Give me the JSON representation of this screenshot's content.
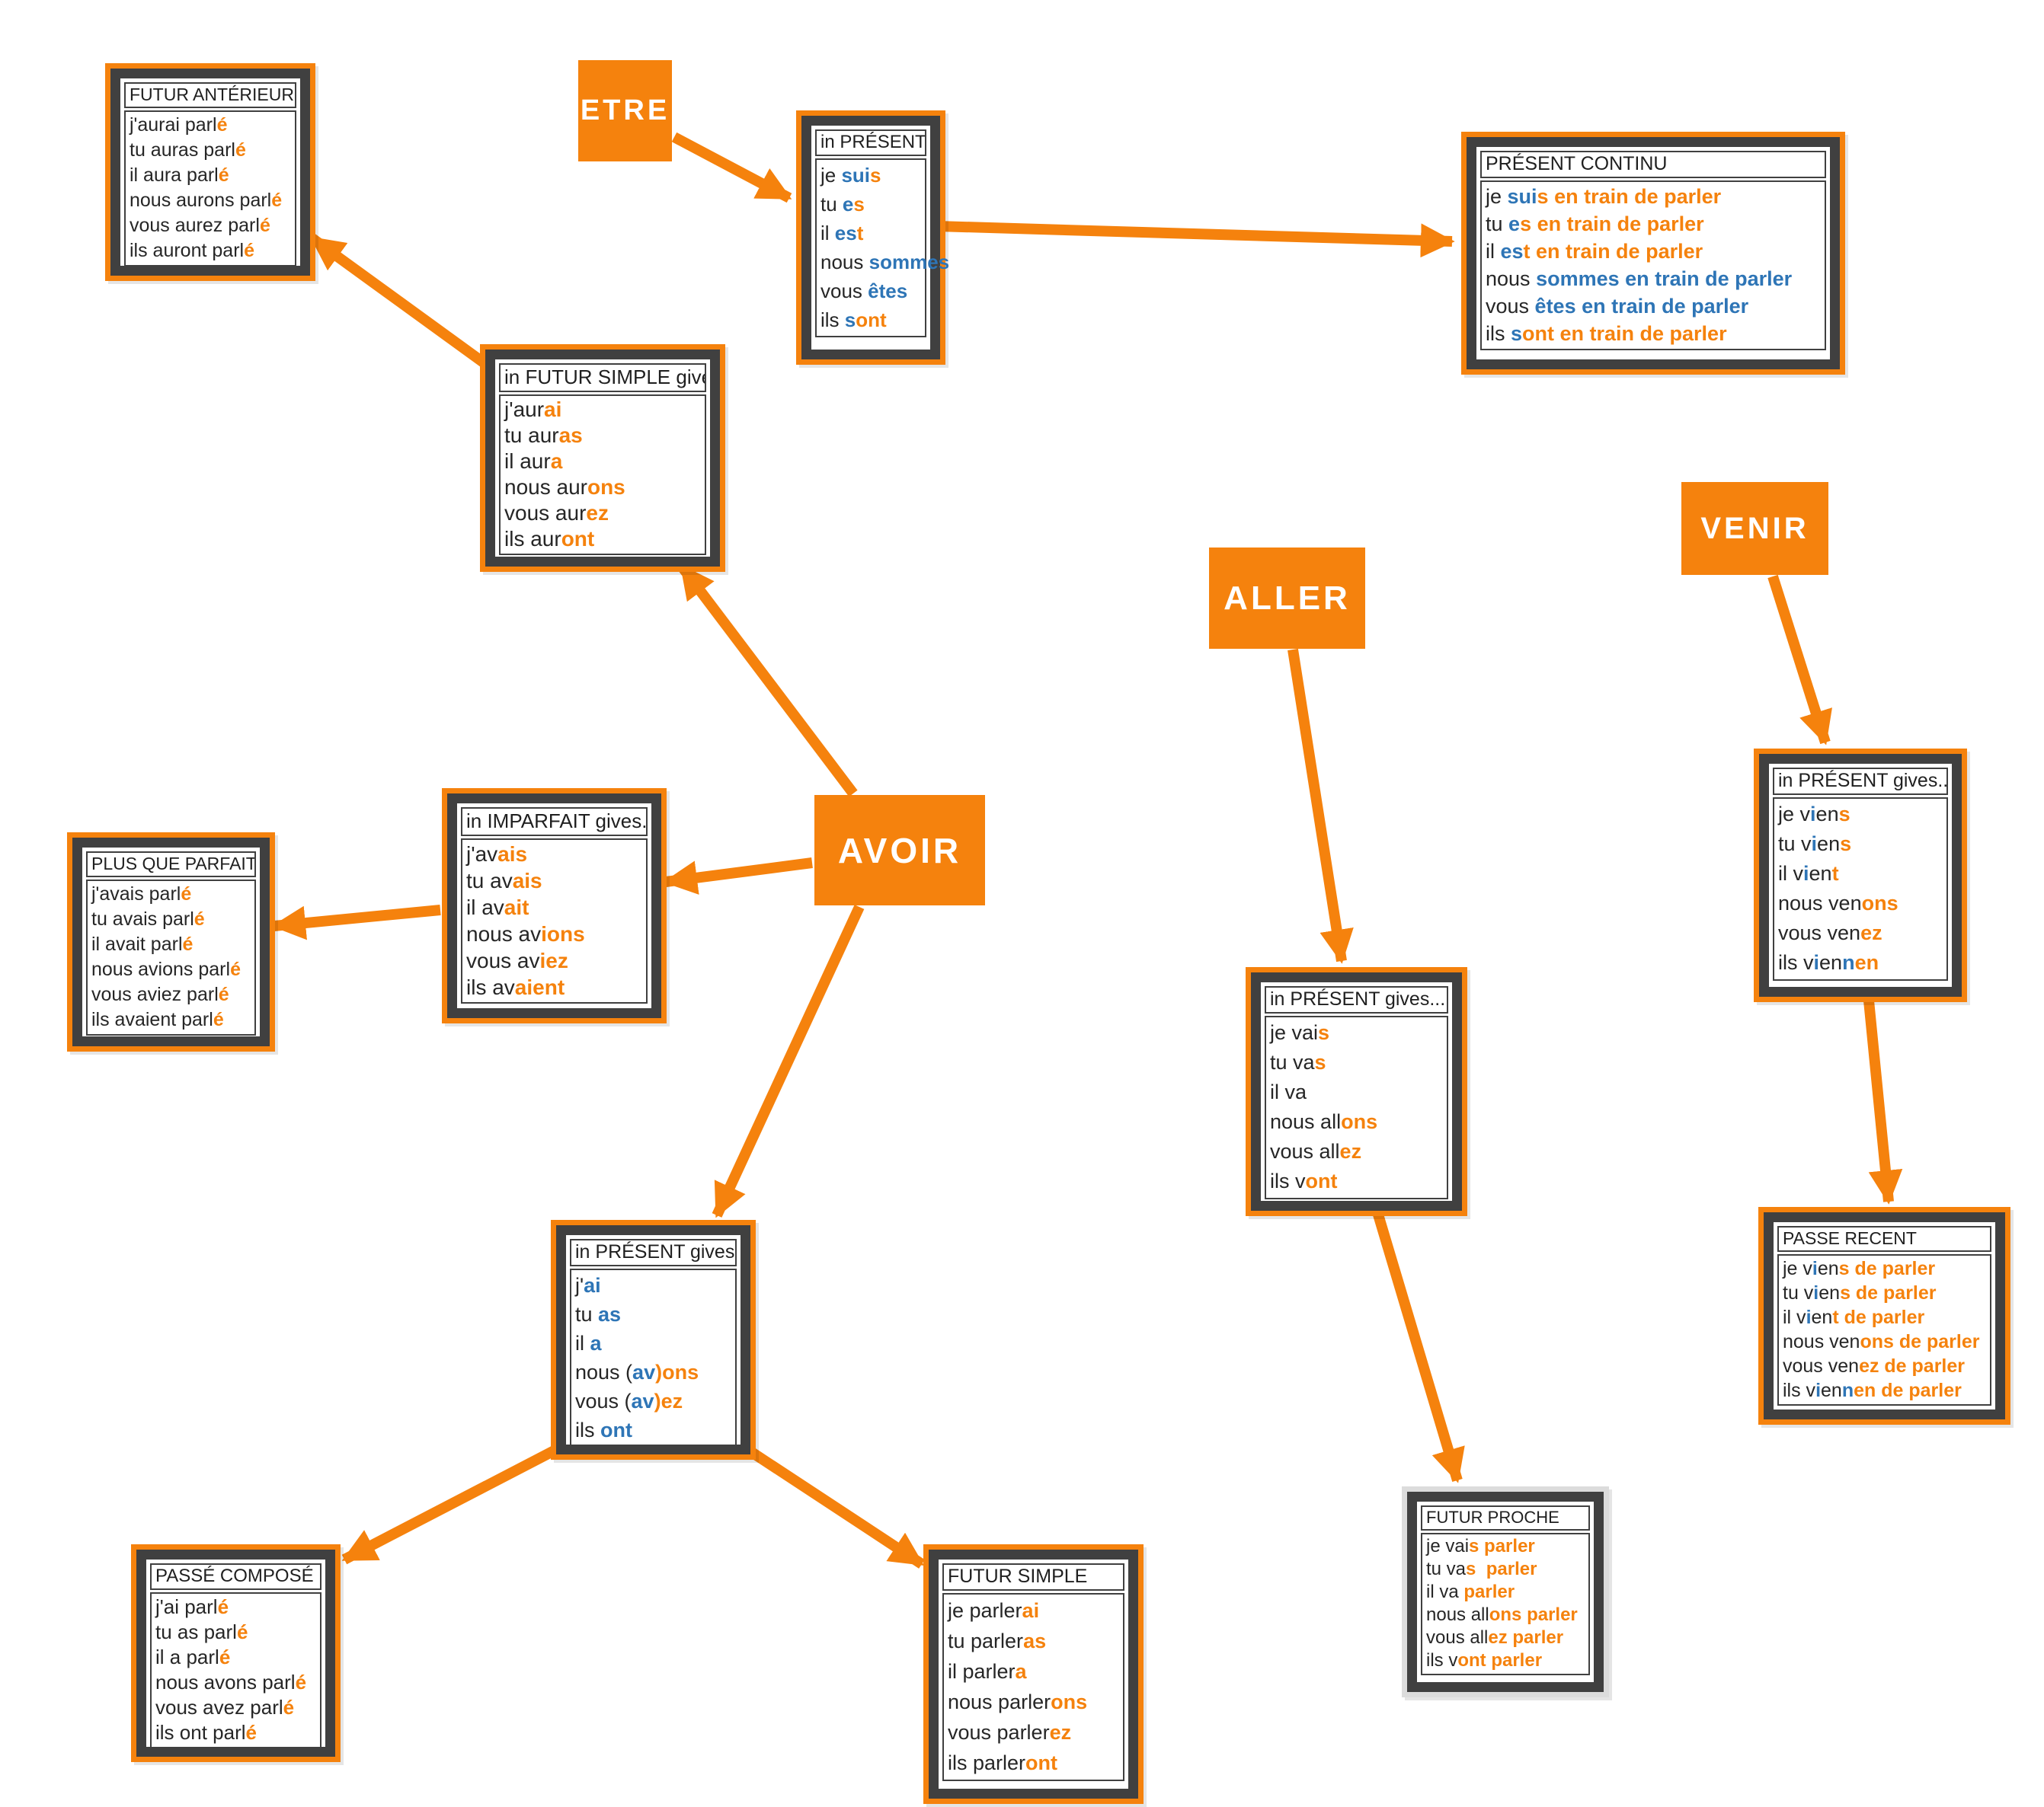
{
  "colors": {
    "orange": "#F5820D",
    "blue": "#2E75B6",
    "ink": "#262626",
    "frame_gray": "#404040"
  },
  "verbs": {
    "etre": {
      "label": "ETRE"
    },
    "avoir": {
      "label": "AVOIR"
    },
    "aller": {
      "label": "ALLER"
    },
    "venir": {
      "label": "VENIR"
    }
  },
  "nodes": {
    "futur-anterieur": {
      "title": "FUTUR ANTÉRIEUR",
      "lines": [
        [
          [
            "j'aurai parl",
            "k"
          ],
          [
            "é",
            "o"
          ]
        ],
        [
          [
            "tu auras parl",
            "k"
          ],
          [
            "é",
            "o"
          ]
        ],
        [
          [
            "il aura parl",
            "k"
          ],
          [
            "é",
            "o"
          ]
        ],
        [
          [
            "nous aurons parl",
            "k"
          ],
          [
            "é",
            "o"
          ]
        ],
        [
          [
            "vous aurez parl",
            "k"
          ],
          [
            "é",
            "o"
          ]
        ],
        [
          [
            "ils auront parl",
            "k"
          ],
          [
            "é",
            "o"
          ]
        ]
      ]
    },
    "etre-present": {
      "title": "in PRÉSENT gives...",
      "lines": [
        [
          [
            "je ",
            "k"
          ],
          [
            "sui",
            "b"
          ],
          [
            "s",
            "o"
          ]
        ],
        [
          [
            "tu ",
            "k"
          ],
          [
            "e",
            "b"
          ],
          [
            "s",
            "o"
          ]
        ],
        [
          [
            "il ",
            "k"
          ],
          [
            "es",
            "b"
          ],
          [
            "t",
            "o"
          ]
        ],
        [
          [
            "nous ",
            "k"
          ],
          [
            "sommes",
            "b"
          ]
        ],
        [
          [
            "vous ",
            "k"
          ],
          [
            "êtes",
            "b"
          ]
        ],
        [
          [
            "ils ",
            "k"
          ],
          [
            "s",
            "b"
          ],
          [
            "ont",
            "o"
          ]
        ]
      ]
    },
    "present-continu": {
      "title": "PRÉSENT CONTINU",
      "lines": [
        [
          [
            "je ",
            "k"
          ],
          [
            "sui",
            "b"
          ],
          [
            "s en train de parler",
            "o"
          ]
        ],
        [
          [
            "tu ",
            "k"
          ],
          [
            "e",
            "b"
          ],
          [
            "s en train de parler",
            "o"
          ]
        ],
        [
          [
            "il ",
            "k"
          ],
          [
            "es",
            "b"
          ],
          [
            "t en train de parler",
            "o"
          ]
        ],
        [
          [
            "nous ",
            "k"
          ],
          [
            "sommes en train de parler",
            "b"
          ]
        ],
        [
          [
            "vous ",
            "k"
          ],
          [
            "êtes en train de parler",
            "b"
          ]
        ],
        [
          [
            "ils ",
            "k"
          ],
          [
            "s",
            "b"
          ],
          [
            "ont en train de parler",
            "o"
          ]
        ]
      ]
    },
    "futur-simple-gives": {
      "title": "in FUTUR SIMPLE gives...",
      "lines": [
        [
          [
            "j'aur",
            "k"
          ],
          [
            "ai",
            "o"
          ]
        ],
        [
          [
            "tu aur",
            "k"
          ],
          [
            "as",
            "o"
          ]
        ],
        [
          [
            "il aur",
            "k"
          ],
          [
            "a",
            "o"
          ]
        ],
        [
          [
            "nous aur",
            "k"
          ],
          [
            "ons",
            "o"
          ]
        ],
        [
          [
            "vous aur",
            "k"
          ],
          [
            "ez",
            "o"
          ]
        ],
        [
          [
            "ils aur",
            "k"
          ],
          [
            "ont",
            "o"
          ]
        ]
      ]
    },
    "imparfait-gives": {
      "title": "in IMPARFAIT gives...",
      "lines": [
        [
          [
            "j'av",
            "k"
          ],
          [
            "ais",
            "o"
          ]
        ],
        [
          [
            "tu av",
            "k"
          ],
          [
            "ais",
            "o"
          ]
        ],
        [
          [
            "il av",
            "k"
          ],
          [
            "ait",
            "o"
          ]
        ],
        [
          [
            "nous av",
            "k"
          ],
          [
            "ions",
            "o"
          ]
        ],
        [
          [
            "vous av",
            "k"
          ],
          [
            "iez",
            "o"
          ]
        ],
        [
          [
            "ils av",
            "k"
          ],
          [
            "aient",
            "o"
          ]
        ]
      ]
    },
    "plus-que-parfait": {
      "title": "PLUS QUE PARFAIT",
      "lines": [
        [
          [
            "j'avais parl",
            "k"
          ],
          [
            "é",
            "o"
          ]
        ],
        [
          [
            "tu avais parl",
            "k"
          ],
          [
            "é",
            "o"
          ]
        ],
        [
          [
            "il avait parl",
            "k"
          ],
          [
            "é",
            "o"
          ]
        ],
        [
          [
            "nous avions parl",
            "k"
          ],
          [
            "é",
            "o"
          ]
        ],
        [
          [
            "vous aviez parl",
            "k"
          ],
          [
            "é",
            "o"
          ]
        ],
        [
          [
            "ils avaient parl",
            "k"
          ],
          [
            "é",
            "o"
          ]
        ]
      ]
    },
    "avoir-present": {
      "title": "in PRÉSENT gives...",
      "lines": [
        [
          [
            "j'",
            "k"
          ],
          [
            "ai",
            "b"
          ]
        ],
        [
          [
            "tu ",
            "k"
          ],
          [
            "as",
            "b"
          ]
        ],
        [
          [
            "il ",
            "k"
          ],
          [
            "a",
            "b"
          ]
        ],
        [
          [
            "nous (",
            "k"
          ],
          [
            "av",
            "b"
          ],
          [
            ")ons",
            "o"
          ]
        ],
        [
          [
            "vous (",
            "k"
          ],
          [
            "av",
            "b"
          ],
          [
            ")ez",
            "o"
          ]
        ],
        [
          [
            "ils ",
            "k"
          ],
          [
            "ont",
            "b"
          ]
        ]
      ]
    },
    "passe-compose": {
      "title": "PASSÉ COMPOSÉ",
      "lines": [
        [
          [
            "j'ai parl",
            "k"
          ],
          [
            "é",
            "o"
          ]
        ],
        [
          [
            "tu as parl",
            "k"
          ],
          [
            "é",
            "o"
          ]
        ],
        [
          [
            "il a parl",
            "k"
          ],
          [
            "é",
            "o"
          ]
        ],
        [
          [
            "nous avons parl",
            "k"
          ],
          [
            "é",
            "o"
          ]
        ],
        [
          [
            "vous avez parl",
            "k"
          ],
          [
            "é",
            "o"
          ]
        ],
        [
          [
            "ils ont parl",
            "k"
          ],
          [
            "é",
            "o"
          ]
        ]
      ]
    },
    "futur-simple": {
      "title": "FUTUR SIMPLE",
      "lines": [
        [
          [
            "je parler",
            "k"
          ],
          [
            "ai",
            "o"
          ]
        ],
        [
          [
            "tu parler",
            "k"
          ],
          [
            "as",
            "o"
          ]
        ],
        [
          [
            "il parler",
            "k"
          ],
          [
            "a",
            "o"
          ]
        ],
        [
          [
            "nous parler",
            "k"
          ],
          [
            "ons",
            "o"
          ]
        ],
        [
          [
            "vous parler",
            "k"
          ],
          [
            "ez",
            "o"
          ]
        ],
        [
          [
            "ils parler",
            "k"
          ],
          [
            "ont",
            "o"
          ]
        ]
      ]
    },
    "aller-present": {
      "title": "in PRÉSENT gives...",
      "lines": [
        [
          [
            "je vai",
            "k"
          ],
          [
            "s",
            "o"
          ]
        ],
        [
          [
            "tu va",
            "k"
          ],
          [
            "s",
            "o"
          ]
        ],
        [
          [
            "il va",
            "k"
          ]
        ],
        [
          [
            "nous all",
            "k"
          ],
          [
            "ons",
            "o"
          ]
        ],
        [
          [
            "vous all",
            "k"
          ],
          [
            "ez",
            "o"
          ]
        ],
        [
          [
            "ils v",
            "k"
          ],
          [
            "ont",
            "o"
          ]
        ]
      ]
    },
    "futur-proche": {
      "title": "FUTUR PROCHE",
      "lines": [
        [
          [
            "je vai",
            "k"
          ],
          [
            "s parler",
            "o"
          ]
        ],
        [
          [
            "tu va",
            "k"
          ],
          [
            "s  parler",
            "o"
          ]
        ],
        [
          [
            "il va ",
            "k"
          ],
          [
            "parler",
            "o"
          ]
        ],
        [
          [
            "nous all",
            "k"
          ],
          [
            "ons parler",
            "o"
          ]
        ],
        [
          [
            "vous all",
            "k"
          ],
          [
            "ez parler",
            "o"
          ]
        ],
        [
          [
            "ils v",
            "k"
          ],
          [
            "ont parler",
            "o"
          ]
        ]
      ]
    },
    "venir-present": {
      "title": "in PRÉSENT gives...",
      "lines": [
        [
          [
            "je v",
            "k"
          ],
          [
            "i",
            "b"
          ],
          [
            "en",
            "k"
          ],
          [
            "s",
            "o"
          ]
        ],
        [
          [
            "tu v",
            "k"
          ],
          [
            "i",
            "b"
          ],
          [
            "en",
            "k"
          ],
          [
            "s",
            "o"
          ]
        ],
        [
          [
            "il v",
            "k"
          ],
          [
            "i",
            "b"
          ],
          [
            "en",
            "k"
          ],
          [
            "t",
            "o"
          ]
        ],
        [
          [
            "nous ven",
            "k"
          ],
          [
            "ons",
            "o"
          ]
        ],
        [
          [
            "vous ven",
            "k"
          ],
          [
            "ez",
            "o"
          ]
        ],
        [
          [
            "ils v",
            "k"
          ],
          [
            "i",
            "b"
          ],
          [
            "en",
            "k"
          ],
          [
            "n",
            "b"
          ],
          [
            "en",
            "o"
          ]
        ]
      ]
    },
    "passe-recent": {
      "title": "PASSE RECENT",
      "lines": [
        [
          [
            "je v",
            "k"
          ],
          [
            "i",
            "b"
          ],
          [
            "en",
            "k"
          ],
          [
            "s de parler",
            "o"
          ]
        ],
        [
          [
            "tu v",
            "k"
          ],
          [
            "i",
            "b"
          ],
          [
            "en",
            "k"
          ],
          [
            "s de parler",
            "o"
          ]
        ],
        [
          [
            "il v",
            "k"
          ],
          [
            "i",
            "b"
          ],
          [
            "en",
            "k"
          ],
          [
            "t de parler",
            "o"
          ]
        ],
        [
          [
            "nous ven",
            "k"
          ],
          [
            "ons de parler",
            "o"
          ]
        ],
        [
          [
            "vous ven",
            "k"
          ],
          [
            "ez de parler",
            "o"
          ]
        ],
        [
          [
            "ils v",
            "k"
          ],
          [
            "i",
            "b"
          ],
          [
            "en",
            "k"
          ],
          [
            "n",
            "b"
          ],
          [
            "en de parler",
            "o"
          ]
        ]
      ]
    }
  },
  "edges": [
    {
      "from": "etre",
      "to": "etre-present"
    },
    {
      "from": "etre-present",
      "to": "present-continu"
    },
    {
      "from": "futur-simple-gives",
      "to": "futur-anterieur"
    },
    {
      "from": "avoir",
      "to": "futur-simple-gives"
    },
    {
      "from": "avoir",
      "to": "imparfait-gives"
    },
    {
      "from": "imparfait-gives",
      "to": "plus-que-parfait"
    },
    {
      "from": "avoir",
      "to": "avoir-present"
    },
    {
      "from": "avoir-present",
      "to": "passe-compose"
    },
    {
      "from": "avoir-present",
      "to": "futur-simple"
    },
    {
      "from": "aller",
      "to": "aller-present"
    },
    {
      "from": "aller-present",
      "to": "futur-proche"
    },
    {
      "from": "venir",
      "to": "venir-present"
    },
    {
      "from": "venir-present",
      "to": "passe-recent"
    }
  ]
}
